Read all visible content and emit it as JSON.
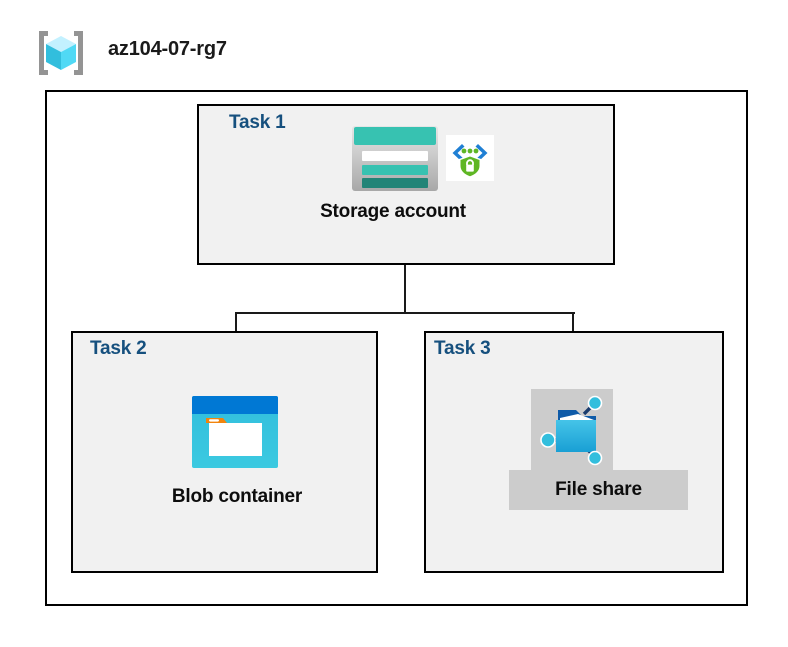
{
  "header": {
    "icon": "resource-group-icon",
    "title": "az104-07-rg7"
  },
  "diagram": {
    "container_name": "resource-group-container",
    "tasks": [
      {
        "label": "Task 1",
        "node_label": "Storage account",
        "icons": [
          "storage-account-icon",
          "secure-endpoint-shield-icon"
        ]
      },
      {
        "label": "Task 2",
        "node_label": "Blob container",
        "icons": [
          "blob-container-icon"
        ]
      },
      {
        "label": "Task 3",
        "node_label": "File share",
        "icons": [
          "file-share-icon"
        ]
      }
    ],
    "connections": [
      {
        "from": "Storage account",
        "to": "Blob container"
      },
      {
        "from": "Storage account",
        "to": "File share"
      }
    ]
  },
  "colors": {
    "task_label": "#16507e",
    "node_label": "#0d0d0d",
    "box_border": "#000000",
    "task_fill": "#f1f1f1",
    "highlight_fill": "#cccccc",
    "storage_teal": "#37c2b1",
    "storage_teal_dark": "#228477",
    "blob_blue": "#0078d4",
    "blob_cyan": "#32bedd",
    "blob_orange": "#f2840d",
    "fileshare_blue": "#32bedd",
    "shield_green": "#5fb624",
    "rg_cube_cyan": "#9cebff"
  }
}
